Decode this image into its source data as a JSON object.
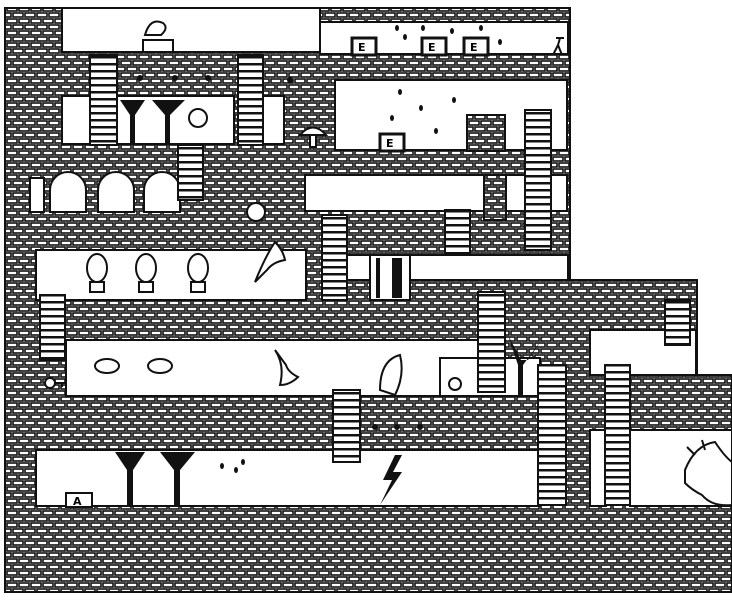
{
  "map": {
    "colors": {
      "ink": "#111111",
      "paper": "#ffffff"
    },
    "blocks": [
      {
        "label": "E"
      },
      {
        "label": "E"
      },
      {
        "label": "E"
      },
      {
        "label": "E"
      },
      {
        "label": "A"
      }
    ]
  }
}
